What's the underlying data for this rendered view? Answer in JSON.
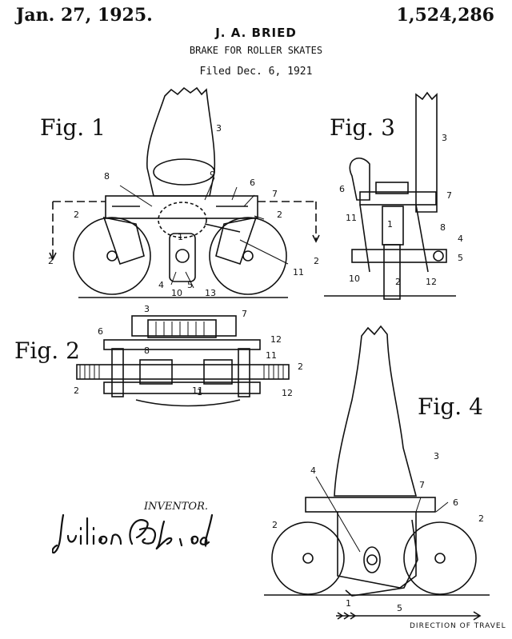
{
  "header": {
    "date": "Jan. 27, 1925.",
    "patent_number": "1,524,286",
    "inventor": "J. A. BRIED",
    "title": "BRAKE FOR ROLLER SKATES",
    "filed": "Filed Dec. 6, 1921"
  },
  "figures": {
    "fig1": "Fig. 1",
    "fig2": "Fig. 2",
    "fig3": "Fig. 3",
    "fig4": "Fig. 4"
  },
  "inventor_block": {
    "label": "INVENTOR.",
    "signature": "Julien A. Bried"
  },
  "direction_label": "DIRECTION OF TRAVEL",
  "reference_numerals": {
    "fig1": [
      "3",
      "8",
      "9",
      "6",
      "7",
      "2",
      "2",
      "2",
      "2",
      "11",
      "4",
      "5",
      "10",
      "13",
      "1"
    ],
    "fig2": [
      "3",
      "7",
      "6",
      "12",
      "8",
      "11",
      "2",
      "2",
      "1",
      "11",
      "12"
    ],
    "fig3": [
      "3",
      "6",
      "7",
      "11",
      "1",
      "8",
      "4",
      "5",
      "10",
      "2",
      "12"
    ],
    "fig4": [
      "3",
      "4",
      "7",
      "6",
      "2",
      "2",
      "1",
      "5"
    ]
  }
}
